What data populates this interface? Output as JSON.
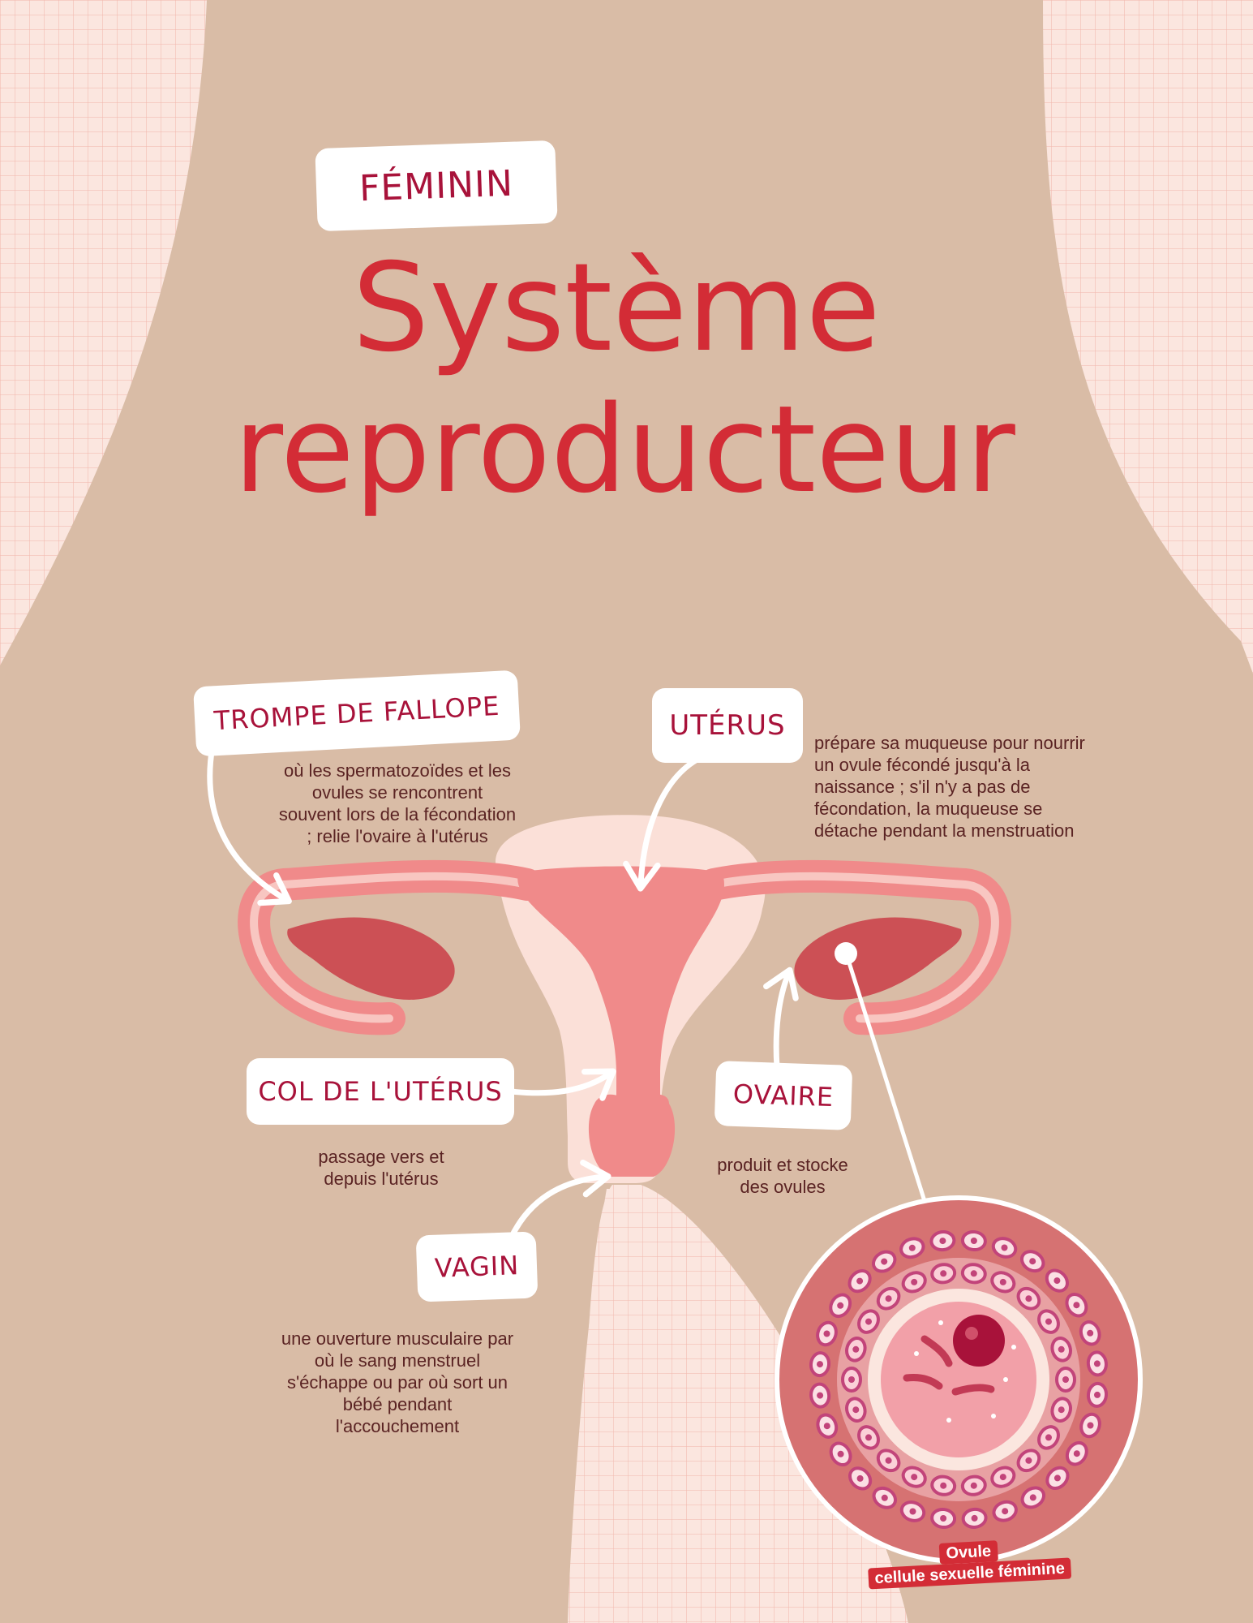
{
  "badge": {
    "label": "FÉMININ"
  },
  "title": {
    "line1": "Système",
    "line2": "reproducteur"
  },
  "organs": {
    "fallope": {
      "label": "TROMPE DE FALLOPE",
      "desc": [
        "où les spermatozoïdes et les",
        "ovules se rencontrent",
        "souvent lors de la fécondation",
        "; relie l'ovaire à l'utérus"
      ]
    },
    "uterus": {
      "label": "UTÉRUS",
      "desc": [
        "prépare sa muqueuse pour nourrir",
        "un ovule fécondé jusqu'à la",
        "naissance ; s'il n'y a pas de",
        "fécondation, la muqueuse se",
        "détache pendant la menstruation"
      ]
    },
    "col": {
      "label": "COL DE L'UTÉRUS",
      "desc": [
        "passage vers et",
        "depuis l'utérus"
      ]
    },
    "ovaire": {
      "label": "OVAIRE",
      "desc": [
        "produit et stocke",
        "des ovules"
      ]
    },
    "vagin": {
      "label": "VAGIN",
      "desc": [
        "une ouverture musculaire par",
        "où le sang menstruel",
        "s'échappe ou par où sort un",
        "bébé pendant",
        "l'accouchement"
      ]
    }
  },
  "ovule": {
    "line1": "Ovule",
    "line2": "cellule sexuelle féminine"
  },
  "colors": {
    "skin": "#d9bca6",
    "accent": "#d32c36",
    "label_text": "#a8123a",
    "uterus_outer": "#fbe0d8",
    "uterus_inner": "#f08a8a",
    "ovary": "#cc5055",
    "cell_bg": "#d67272"
  }
}
